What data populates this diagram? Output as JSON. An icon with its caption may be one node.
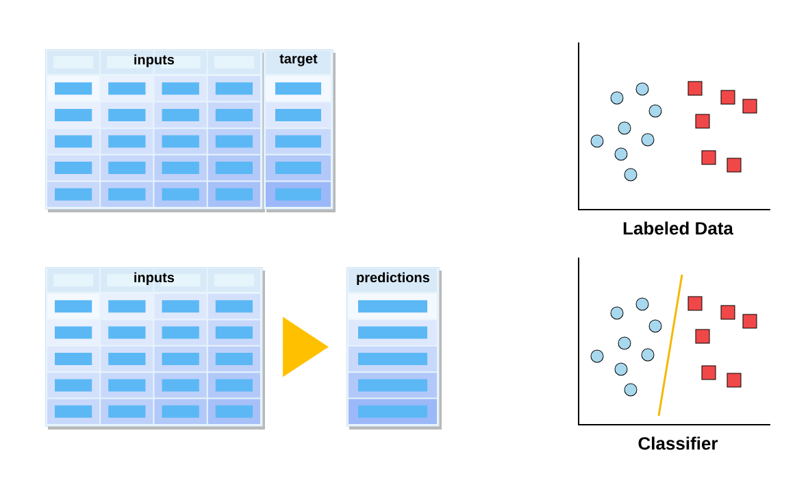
{
  "diagram": {
    "nodes": [
      {
        "text": [
          "inputs"
        ]
      },
      {
        "text": [
          "target"
        ]
      },
      {
        "text": [
          "Labeled Data"
        ]
      },
      {
        "text": [
          "inputs"
        ]
      },
      {
        "text": [
          "predictions"
        ]
      },
      {
        "text": [
          "Classifier"
        ]
      }
    ],
    "edges": [
      {
        "from": 3,
        "to": 4,
        "arrow": "to"
      }
    ]
  }
}
